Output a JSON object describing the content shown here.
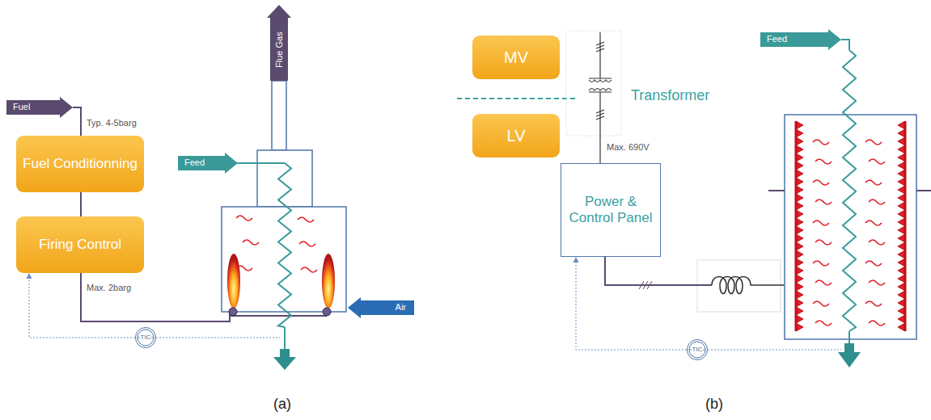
{
  "diagram": {
    "nodes": [
      {
        "text": [
          "Fuel"
        ]
      },
      {
        "text": [
          "Fuel Conditionning"
        ]
      },
      {
        "text": [
          "Firing Control"
        ]
      },
      {
        "text": [
          "Flue Gas"
        ]
      },
      {
        "text": [
          "Feed"
        ]
      },
      {
        "text": [
          "Air"
        ]
      },
      {
        "text": [
          "TIC"
        ]
      },
      {
        "text": [
          "MV"
        ]
      },
      {
        "text": [
          "LV"
        ]
      },
      {
        "text": [
          "Power & Control Panel"
        ]
      },
      {
        "text": [
          "Feed"
        ]
      },
      {
        "text": [
          "TIC"
        ]
      }
    ],
    "edges": [
      {
        "from": 0,
        "to": 1,
        "arrow": "none"
      },
      {
        "from": 1,
        "to": 2,
        "arrow": "none"
      },
      {
        "from": 6,
        "to": 2,
        "arrow": "to"
      },
      {
        "from": 11,
        "to": 9,
        "arrow": "to"
      }
    ],
    "labels": [
      "Typ. 4-5barg",
      "Max. 2barg",
      "Transformer",
      "Max. 690V",
      "(a)",
      "(b)"
    ]
  }
}
